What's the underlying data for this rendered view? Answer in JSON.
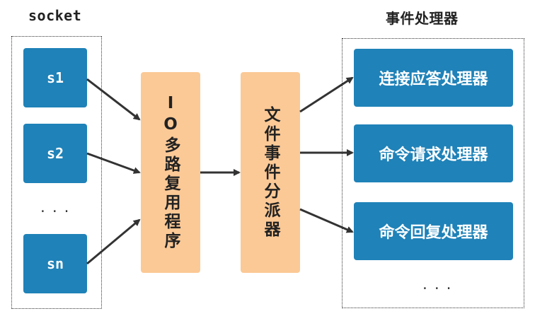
{
  "left_group": {
    "title": "socket",
    "items": [
      "s1",
      "s2",
      "sn"
    ],
    "ellipsis": "..."
  },
  "multiplexer": {
    "label": "IO多路复用程序"
  },
  "dispatcher": {
    "label": "文件事件分派器"
  },
  "right_group": {
    "title": "事件处理器",
    "items": [
      "连接应答处理器",
      "命令请求处理器",
      "命令回复处理器"
    ],
    "ellipsis": "..."
  },
  "colors": {
    "blue": "#1f82b8",
    "orange": "#fbc996",
    "arrow": "#333333"
  }
}
